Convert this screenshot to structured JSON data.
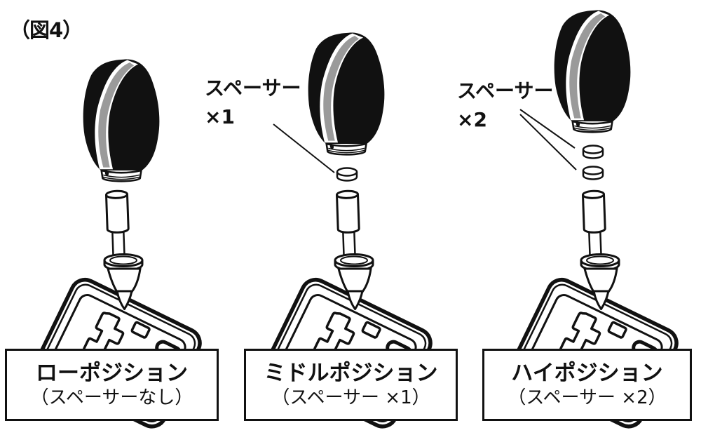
{
  "figure_label": "（図4）",
  "callouts": [
    {
      "label": "スペーサー",
      "count": "×1",
      "points_to": "single spacer disc of middle assembly"
    },
    {
      "label": "スペーサー",
      "count": "×2",
      "points_to": "two spacer discs of right assembly"
    }
  ],
  "positions": [
    {
      "title": "ローポジション",
      "subtitle": "（スペーサーなし）",
      "spacer_count": 0
    },
    {
      "title": "ミドルポジション",
      "subtitle": "（スペーサー ×1）",
      "spacer_count": 1
    },
    {
      "title": "ハイポジション",
      "subtitle": "（スペーサー ×2）",
      "spacer_count": 2
    }
  ],
  "artwork": {
    "parts": [
      "shift-knob",
      "spacer-disc",
      "lever-shaft",
      "boot",
      "shifter-base-plate"
    ],
    "colors": {
      "line": "#111111",
      "knob_body": "#111111",
      "knob_stripe": "#9a9a9a",
      "background": "#ffffff"
    }
  }
}
